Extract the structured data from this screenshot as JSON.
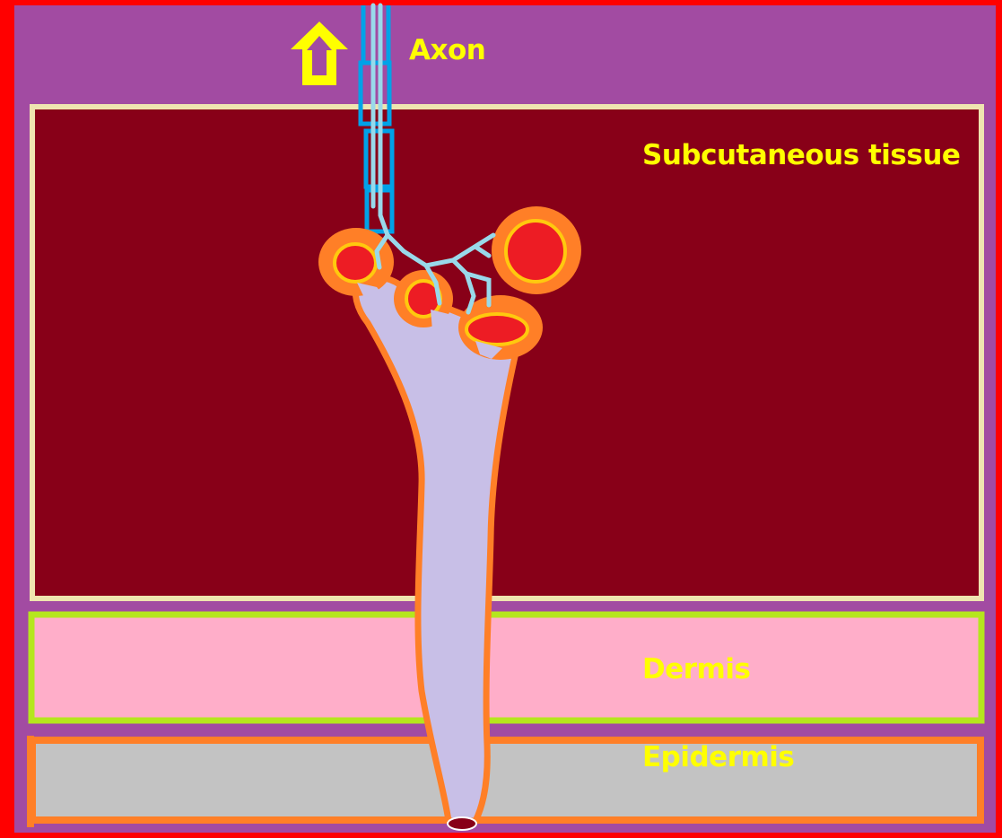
{
  "labels": {
    "axon": "Axon",
    "subcutaneous": "Subcutaneous tissue",
    "dermis": "Dermis",
    "epidermis": "Epidermis"
  },
  "colors": {
    "frame": "#ff0000",
    "background": "#a24ba2",
    "subcutaneous_fill": "#880018",
    "subcutaneous_border": "#efe4b0",
    "dermis_fill": "#ffaec9",
    "dermis_border": "#b5e61d",
    "epidermis_fill": "#c3c3c3",
    "epidermis_border": "#ff7f27",
    "duct_fill": "#c8bfe7",
    "duct_border": "#ff7f27",
    "gland_outer": "#ff7f27",
    "gland_inner": "#ed1c24",
    "gland_ring": "#ffc90e",
    "axon_sheath": "#00a2e8",
    "nerve_fibers": "#99d9ea",
    "label_text": "#ffff00"
  },
  "icons": {
    "direction_arrow": "up-arrow-icon"
  }
}
